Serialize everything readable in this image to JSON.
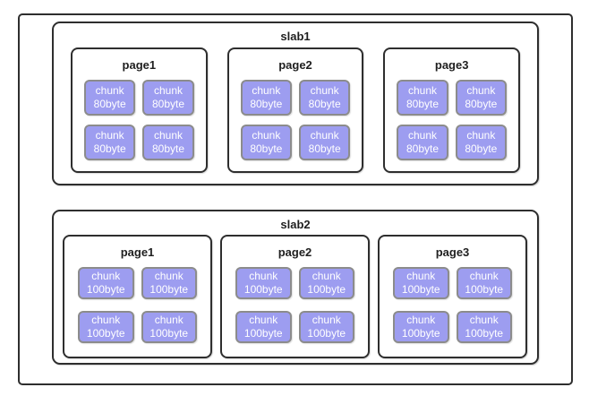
{
  "colors": {
    "background": "#ffffff",
    "box-border": "#2e2e2e",
    "label-text": "#1f1f1f",
    "chunk-fill": "#9d9df0",
    "chunk-border": "#8c8c8c",
    "chunk-text": "#ffffff"
  },
  "diagram": {
    "slabs": [
      {
        "label": "slab1",
        "pages": [
          {
            "label": "page1",
            "chunks": [
              [
                "chunk",
                "80byte"
              ],
              [
                "chunk",
                "80byte"
              ],
              [
                "chunk",
                "80byte"
              ],
              [
                "chunk",
                "80byte"
              ]
            ]
          },
          {
            "label": "page2",
            "chunks": [
              [
                "chunk",
                "80byte"
              ],
              [
                "chunk",
                "80byte"
              ],
              [
                "chunk",
                "80byte"
              ],
              [
                "chunk",
                "80byte"
              ]
            ]
          },
          {
            "label": "page3",
            "chunks": [
              [
                "chunk",
                "80byte"
              ],
              [
                "chunk",
                "80byte"
              ],
              [
                "chunk",
                "80byte"
              ],
              [
                "chunk",
                "80byte"
              ]
            ]
          }
        ]
      },
      {
        "label": "slab2",
        "pages": [
          {
            "label": "page1",
            "chunks": [
              [
                "chunk",
                "100byte"
              ],
              [
                "chunk",
                "100byte"
              ],
              [
                "chunk",
                "100byte"
              ],
              [
                "chunk",
                "100byte"
              ]
            ]
          },
          {
            "label": "page2",
            "chunks": [
              [
                "chunk",
                "100byte"
              ],
              [
                "chunk",
                "100byte"
              ],
              [
                "chunk",
                "100byte"
              ],
              [
                "chunk",
                "100byte"
              ]
            ]
          },
          {
            "label": "page3",
            "chunks": [
              [
                "chunk",
                "100byte"
              ],
              [
                "chunk",
                "100byte"
              ],
              [
                "chunk",
                "100byte"
              ],
              [
                "chunk",
                "100byte"
              ]
            ]
          }
        ]
      }
    ]
  }
}
